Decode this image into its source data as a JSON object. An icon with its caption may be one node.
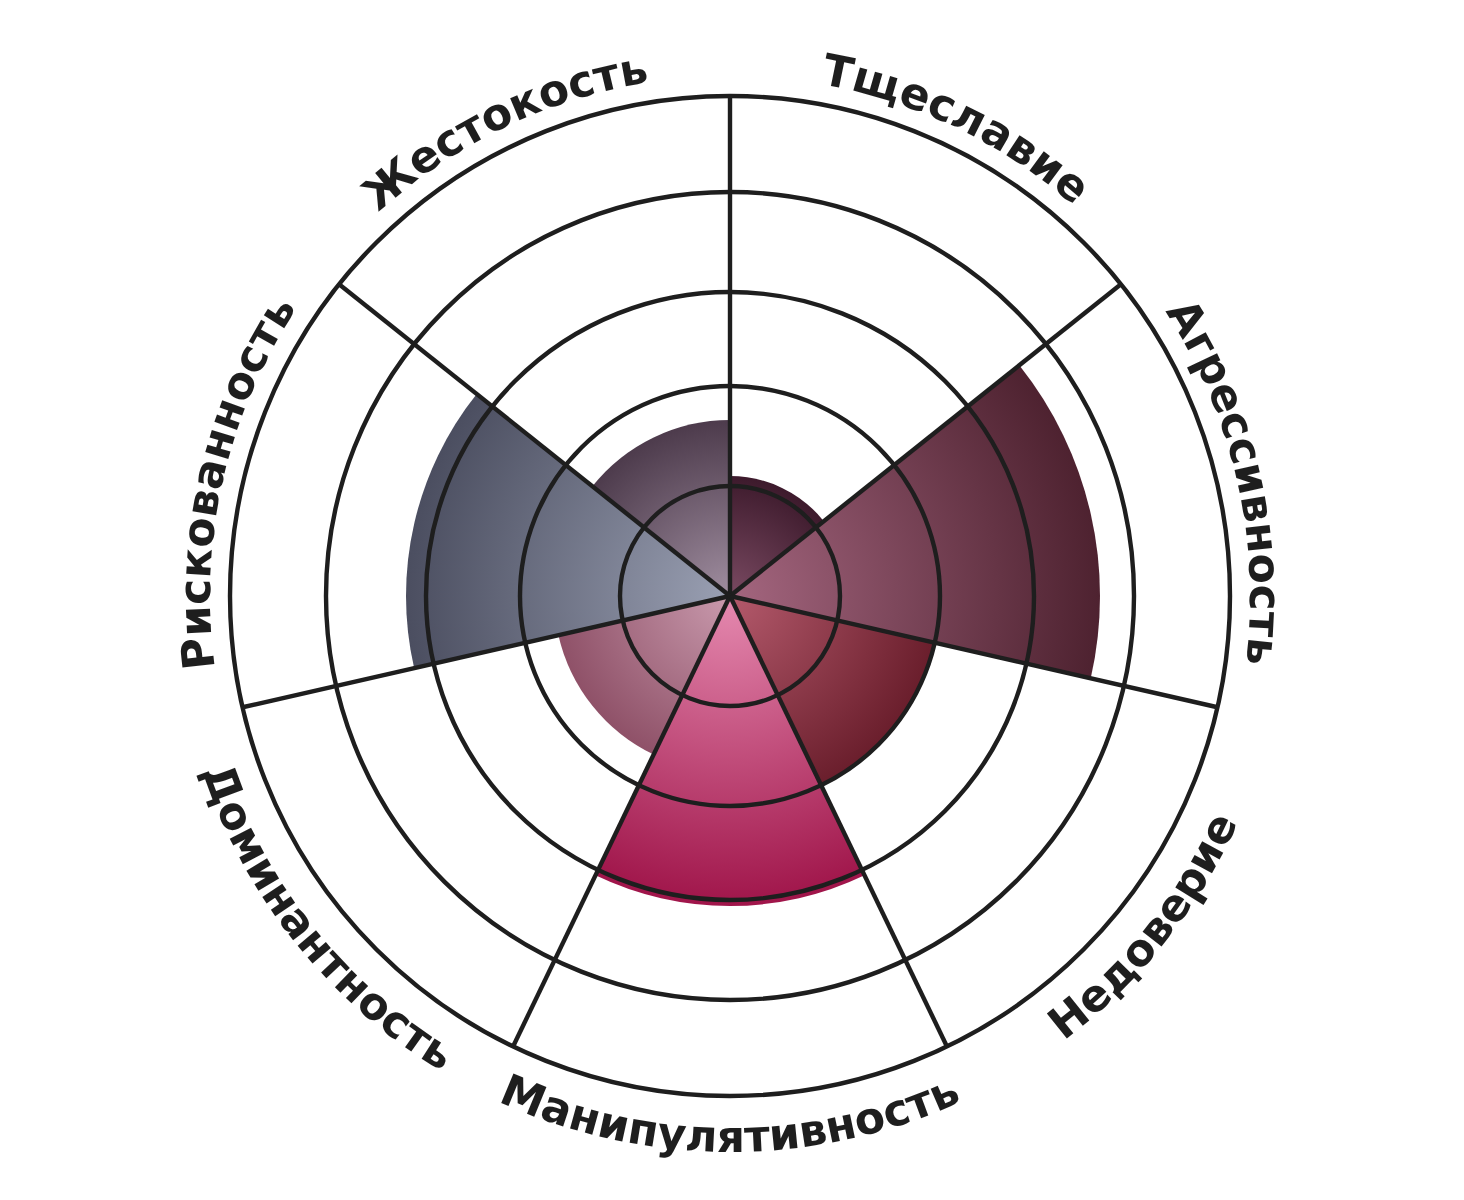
{
  "diagram": {
    "labels": [
      "Тщеславие",
      "Агрессивность",
      "Недоверие",
      "Манипулятивность",
      "Доминантность",
      "Рискованность",
      "Жестокость"
    ]
  }
}
